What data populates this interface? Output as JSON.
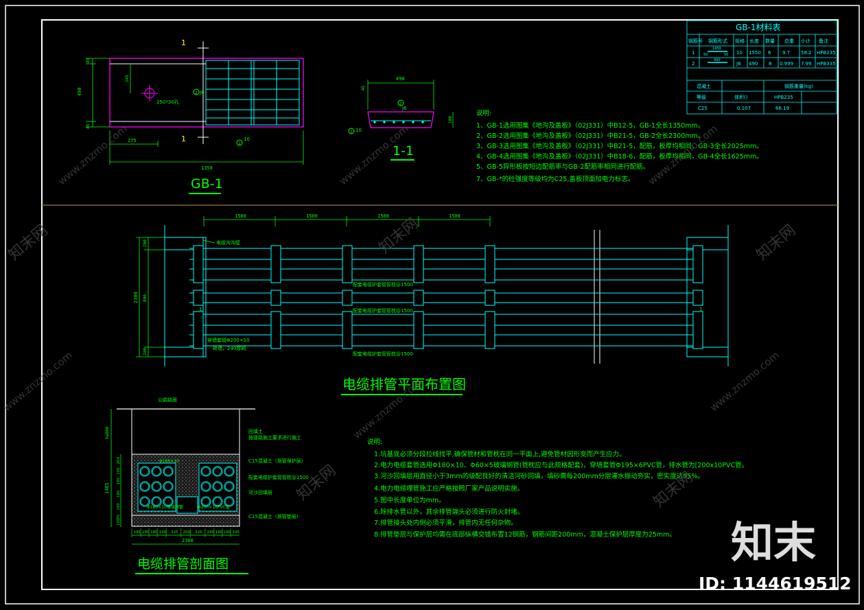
{
  "colors": {
    "background": "#000000",
    "frame": "#ffffff",
    "cyan": "#00ffff",
    "green": "#00ff00",
    "magenta": "#ff00ff",
    "yellow": "#ffff00",
    "divider": "#9a7a3a",
    "watermark": "#5a5a5a"
  },
  "gb1": {
    "title": "GB-1",
    "mark1_top": "1",
    "mark1_bottom": "1",
    "dim_total": "1350",
    "dim_left": "275",
    "dim_height": "490",
    "dim_top_edge": "45",
    "dim_bottom_edge": "45",
    "dim_hole_offset": "245",
    "hole_label": "250*30孔",
    "rebar_j6": "J6",
    "rebar_10": "10",
    "circle1": "1",
    "circle2": "2"
  },
  "sec11": {
    "title": "1-1",
    "dim_width": "490",
    "dim_edge": "45",
    "dim_height": "100",
    "rebar_j6": "J6",
    "rebar_10": "10",
    "circle1": "1",
    "circle2": "2"
  },
  "material_table": {
    "title": "GB-1材料表",
    "headers": [
      "钢筋号",
      "钢筋形式",
      "规格",
      "长度",
      "数量",
      "总重",
      "小计",
      "备注"
    ],
    "rows": [
      {
        "no": "1",
        "shape_dims": [
          "1450",
          "50",
          "50"
        ],
        "spec": "10",
        "length": "1550",
        "qty": "6",
        "total": "9.7",
        "subtotal": "58.2",
        "note": "HPB235"
      },
      {
        "no": "2",
        "shape_dims": [
          "490"
        ],
        "spec": "J6",
        "length": "490",
        "qty": "8",
        "total": "0.999",
        "subtotal": "7.99",
        "note": "HPB335"
      }
    ],
    "concrete_header": "混凝土",
    "steel_weight_header": "钢筋重量(kg)",
    "sub_headers": [
      "等级",
      "体积()",
      "HPB235"
    ],
    "concrete_row": [
      "C25",
      "0.107",
      "66.19"
    ]
  },
  "notes_top": {
    "heading": "说明:",
    "lines": [
      "1、GB-1选用图集《地沟及盖板》（02J331）中B12-5，GB-1全长1350mm。",
      "2、GB-2选用图集《地沟及盖板》（02J331）中B21-5，GB-2全长2300mm。",
      "3、GB-3选用图集《地沟及盖板》（02J331）中B21-5，配筋，板厚均相同，GB-3全长2025mm。",
      "4、GB-4选用图集《地沟及盖板》（02J331）中B18-6，配筋，板厚均相同，GB-4全长1625mm。",
      "5、GB-5异形板按短边配筋率与GB-2配筋率相同进行配筋。",
      "7、GB-*的砼强度等级均为C25,盖板顶面加电力标志。"
    ]
  },
  "plan": {
    "title": "电缆排管平面布置图",
    "spacings": [
      "1500",
      "1500",
      "1500",
      "1500"
    ],
    "dim_total": "2300",
    "dim_top": "200",
    "dim_mid": "800",
    "dim_bottom": "200",
    "label_well_wall": "电缆沟沟壁",
    "label_sleeve": "穿墙套管Φ200×10",
    "label_wall": "砖墙，240厚砌",
    "label_clamp1": "配套电缆护套管管枕@1500",
    "label_clamp2": "配套电缆护套管管枕@1500",
    "label_clamp3": "配套电缆护套管管枕@1500",
    "tag_left": "1",
    "tag_right": "1"
  },
  "section": {
    "title": "电缆排管剖面图",
    "label_road": "公路路面",
    "label_backfill": "回填土",
    "label_backfill2": "按道路施工要求进行施工",
    "label_c15_top": "C15混凝土（排管保护层）",
    "label_clamp": "配套电缆护套管管枕@1500",
    "label_sand": "河沙回填层",
    "label_c15_bottom": "C15混凝土（排管垫层）",
    "label_pipe1": "Φ180×10",
    "label_pipe2": "Φ180×10玻璃钢管",
    "label_pipe3": "Φ200×10PVC管",
    "dim_total": "2300",
    "dim_height": "1465",
    "dim_depth": "h≥800",
    "bottom_dims": [
      "195",
      "180",
      "180",
      "195",
      "325",
      "200",
      "325",
      "195",
      "180",
      "180",
      "195"
    ],
    "left_dims": [
      "200",
      "100",
      "180",
      "180",
      "180",
      "75",
      "100"
    ]
  },
  "notes_bottom": {
    "heading": "说明:",
    "lines": [
      "1.坑基底必须分段拉线找平,确保管材和管枕在同一平面上,避免管材因形变而产生应力。",
      "2.电力电缆套管选用Φ180×10、Φ60×5玻璃钢管(管枕应与此规格配套)，穿墙套管Φ195×6PVC管，排水管为[200x10PVC管。",
      "3.河沙回填层用直径小于3mm的级配良好的清洁河砂回填，填砂需每200mm分层灌水振动夯实，密实度达95%。",
      "4.电力电缆埋管施工应严格按照厂家产品说明实施。",
      "5.图中长度单位为mm。",
      "6.除排水管以外，其余排管端头必须进行防火封堵。",
      "7.排管接头处内侧必须平滑，排管内无任何杂物。",
      "8.排管垫层与保护层均需在底部纵横交错布置12钢筋，钢筋间距200mm，混凝土保护层厚度为25mm。"
    ]
  },
  "watermark": {
    "logo": "知末",
    "id_text": "ID: 1144619512",
    "site": "www.znzmo.com",
    "brand": "知末网"
  }
}
